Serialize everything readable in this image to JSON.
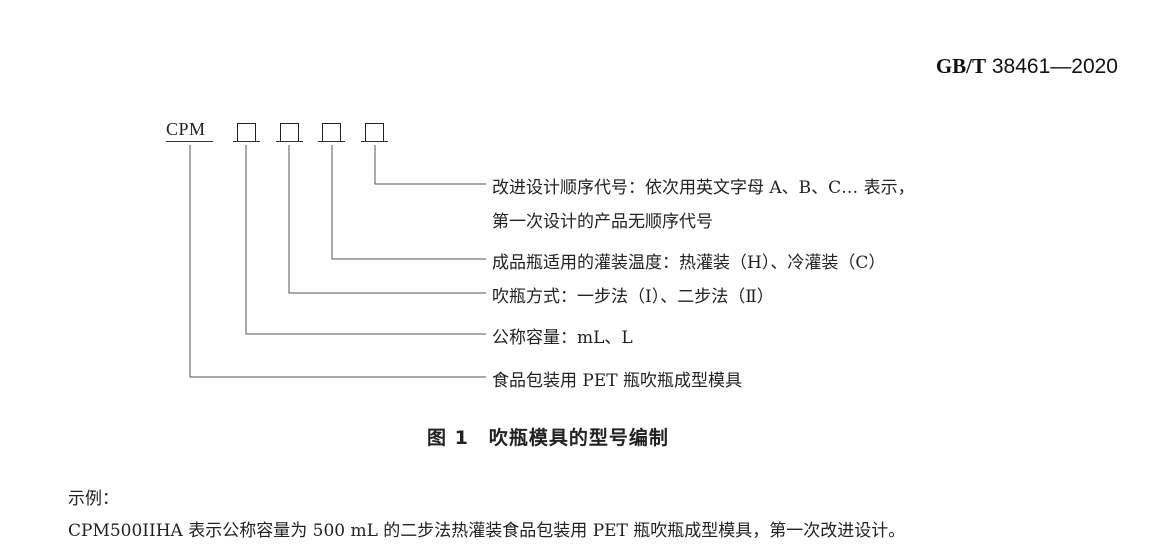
{
  "header": {
    "standard_prefix": "GB/T",
    "standard_number": "38461—2020"
  },
  "diagram": {
    "prefix": "CPM",
    "descriptions": [
      {
        "line1": "改进设计顺序代号：依次用英文字母 A、B、C… 表示，",
        "line2": "第一次设计的产品无顺序代号"
      },
      {
        "line1": "成品瓶适用的灌装温度：热灌装（H）、冷灌装（C）"
      },
      {
        "line1": "吹瓶方式：一步法（Ⅰ）、二步法（Ⅱ）"
      },
      {
        "line1": "公称容量：mL、L"
      },
      {
        "line1": "食品包装用 PET 瓶吹瓶成型模具"
      }
    ]
  },
  "caption": "图 1　吹瓶模具的型号编制",
  "example": {
    "label": "示例：",
    "text": "CPM500IIHA 表示公称容量为 500 mL 的二步法热灌装食品包装用 PET 瓶吹瓶成型模具，第一次改进设计。"
  }
}
